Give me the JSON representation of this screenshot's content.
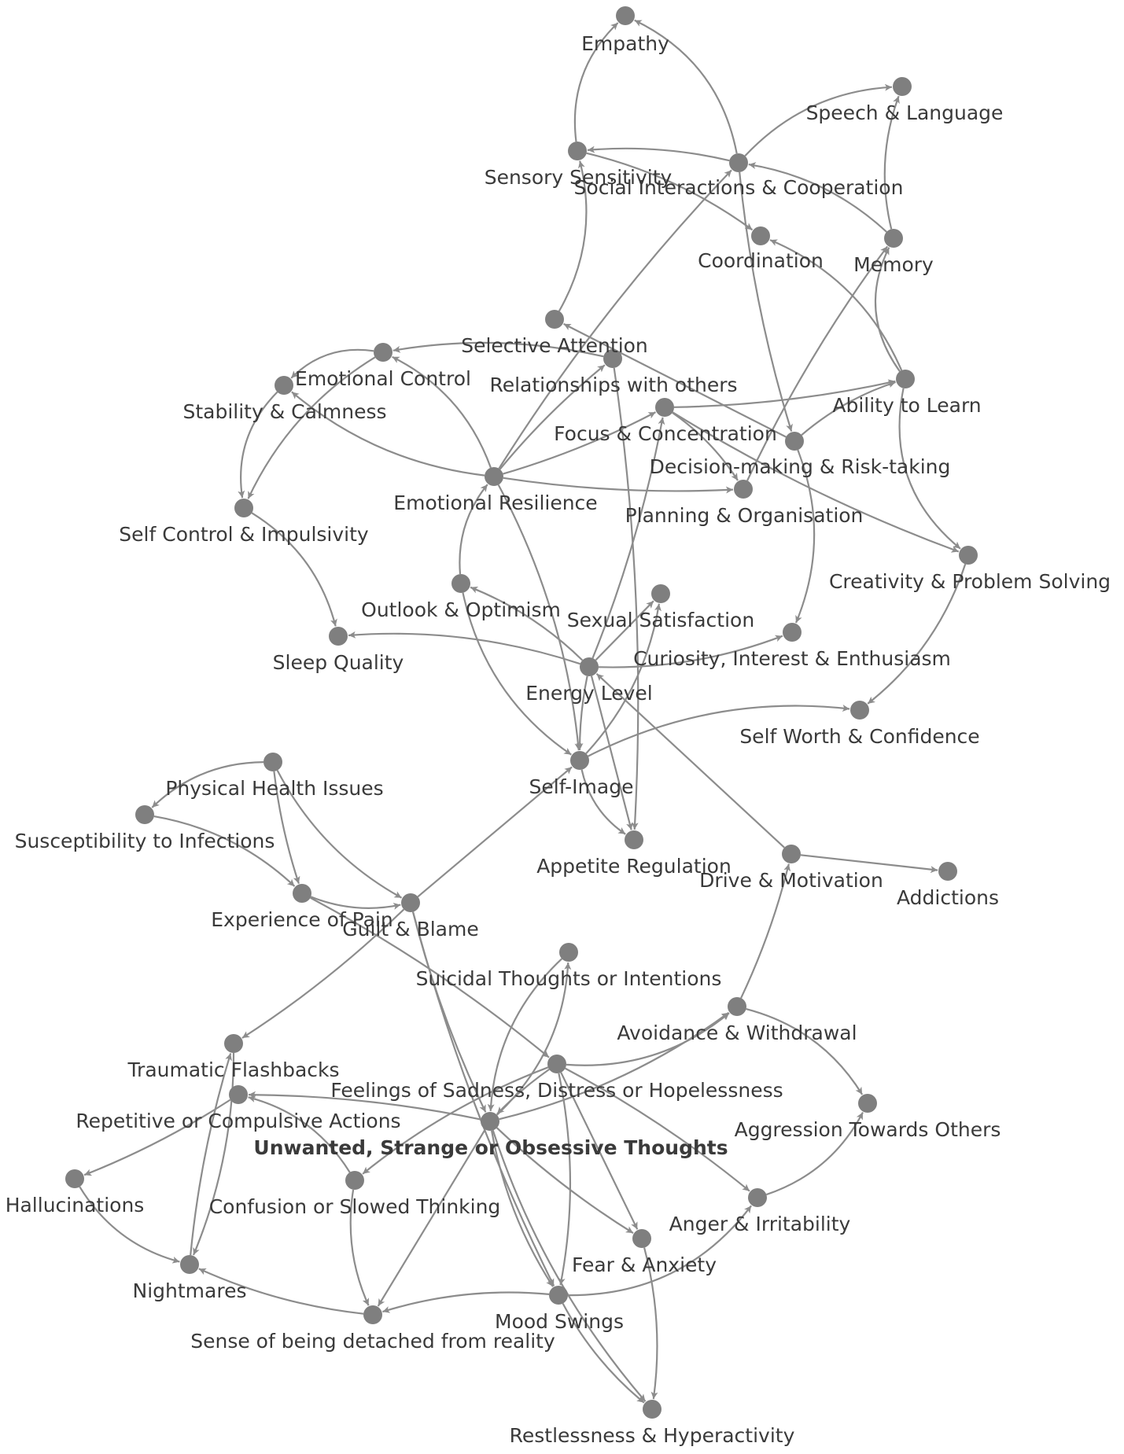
{
  "graph": {
    "focus_node": "Unwanted, Strange or Obsessive Thoughts",
    "colors": {
      "node": "#7f7f7f",
      "edge": "#8c8c8c",
      "label": "#3a3a3a",
      "background": "#ffffff"
    },
    "nodes": [
      "Empathy",
      "Speech & Language",
      "Sensory Sensitivity",
      "Social Interactions & Cooperation",
      "Coordination",
      "Memory",
      "Selective Attention",
      "Relationships with others",
      "Emotional Control",
      "Stability & Calmness",
      "Ability to Learn",
      "Focus & Concentration",
      "Decision-making & Risk-taking",
      "Emotional Resilience",
      "Planning & Organisation",
      "Self Control & Impulsivity",
      "Creativity & Problem Solving",
      "Outlook & Optimism",
      "Sexual Satisfaction",
      "Sleep Quality",
      "Curiosity, Interest & Enthusiasm",
      "Energy Level",
      "Self Worth & Confidence",
      "Self-Image",
      "Physical Health Issues",
      "Susceptibility to Infections",
      "Appetite Regulation",
      "Drive & Motivation",
      "Addictions",
      "Experience of Pain",
      "Guilt & Blame",
      "Suicidal Thoughts or Intentions",
      "Avoidance & Withdrawal",
      "Traumatic Flashbacks",
      "Feelings of Sadness, Distress or Hopelessness",
      "Repetitive or Compulsive Actions",
      "Aggression Towards Others",
      "Unwanted, Strange or Obsessive Thoughts",
      "Hallucinations",
      "Confusion or Slowed Thinking",
      "Anger & Irritability",
      "Fear & Anxiety",
      "Nightmares",
      "Mood Swings",
      "Sense of being detached from reality",
      "Restlessness & Hyperactivity"
    ],
    "edges": [
      [
        "Sensory Sensitivity",
        "Empathy"
      ],
      [
        "Social Interactions & Cooperation",
        "Empathy"
      ],
      [
        "Social Interactions & Cooperation",
        "Speech & Language"
      ],
      [
        "Social Interactions & Cooperation",
        "Sensory Sensitivity"
      ],
      [
        "Memory",
        "Social Interactions & Cooperation"
      ],
      [
        "Memory",
        "Speech & Language"
      ],
      [
        "Sensory Sensitivity",
        "Coordination"
      ],
      [
        "Ability to Learn",
        "Coordination"
      ],
      [
        "Ability to Learn",
        "Memory"
      ],
      [
        "Social Interactions & Cooperation",
        "Decision-making & Risk-taking"
      ],
      [
        "Selective Attention",
        "Sensory Sensitivity"
      ],
      [
        "Emotional Resilience",
        "Social Interactions & Cooperation"
      ],
      [
        "Decision-making & Risk-taking",
        "Selective Attention"
      ],
      [
        "Decision-making & Risk-taking",
        "Ability to Learn"
      ],
      [
        "Emotional Resilience",
        "Emotional Control"
      ],
      [
        "Emotional Resilience",
        "Stability & Calmness"
      ],
      [
        "Emotional Resilience",
        "Relationships with others"
      ],
      [
        "Emotional Resilience",
        "Focus & Concentration"
      ],
      [
        "Emotional Resilience",
        "Planning & Organisation"
      ],
      [
        "Emotional Resilience",
        "Self-Image"
      ],
      [
        "Relationships with others",
        "Emotional Control"
      ],
      [
        "Relationships with others",
        "Appetite Regulation"
      ],
      [
        "Emotional Control",
        "Stability & Calmness"
      ],
      [
        "Emotional Control",
        "Self Control & Impulsivity"
      ],
      [
        "Stability & Calmness",
        "Self Control & Impulsivity"
      ],
      [
        "Self Control & Impulsivity",
        "Sleep Quality"
      ],
      [
        "Focus & Concentration",
        "Ability to Learn"
      ],
      [
        "Focus & Concentration",
        "Planning & Organisation"
      ],
      [
        "Focus & Concentration",
        "Creativity & Problem Solving"
      ],
      [
        "Planning & Organisation",
        "Memory"
      ],
      [
        "Ability to Learn",
        "Creativity & Problem Solving"
      ],
      [
        "Decision-making & Risk-taking",
        "Curiosity, Interest & Enthusiasm"
      ],
      [
        "Creativity & Problem Solving",
        "Self Worth & Confidence"
      ],
      [
        "Energy Level",
        "Outlook & Optimism"
      ],
      [
        "Energy Level",
        "Sexual Satisfaction"
      ],
      [
        "Energy Level",
        "Sleep Quality"
      ],
      [
        "Energy Level",
        "Curiosity, Interest & Enthusiasm"
      ],
      [
        "Energy Level",
        "Self-Image"
      ],
      [
        "Energy Level",
        "Appetite Regulation"
      ],
      [
        "Energy Level",
        "Focus & Concentration"
      ],
      [
        "Outlook & Optimism",
        "Emotional Resilience"
      ],
      [
        "Outlook & Optimism",
        "Self-Image"
      ],
      [
        "Self-Image",
        "Self Worth & Confidence"
      ],
      [
        "Self-Image",
        "Appetite Regulation"
      ],
      [
        "Self-Image",
        "Sexual Satisfaction"
      ],
      [
        "Drive & Motivation",
        "Energy Level"
      ],
      [
        "Drive & Motivation",
        "Addictions"
      ],
      [
        "Physical Health Issues",
        "Susceptibility to Infections"
      ],
      [
        "Physical Health Issues",
        "Experience of Pain"
      ],
      [
        "Physical Health Issues",
        "Guilt & Blame"
      ],
      [
        "Susceptibility to Infections",
        "Experience of Pain"
      ],
      [
        "Experience of Pain",
        "Guilt & Blame"
      ],
      [
        "Experience of Pain",
        "Feelings of Sadness, Distress or Hopelessness"
      ],
      [
        "Guilt & Blame",
        "Self-Image"
      ],
      [
        "Guilt & Blame",
        "Traumatic Flashbacks"
      ],
      [
        "Guilt & Blame",
        "Unwanted, Strange or Obsessive Thoughts"
      ],
      [
        "Guilt & Blame",
        "Mood Swings"
      ],
      [
        "Suicidal Thoughts or Intentions",
        "Unwanted, Strange or Obsessive Thoughts"
      ],
      [
        "Unwanted, Strange or Obsessive Thoughts",
        "Suicidal Thoughts or Intentions"
      ],
      [
        "Avoidance & Withdrawal",
        "Drive & Motivation"
      ],
      [
        "Avoidance & Withdrawal",
        "Aggression Towards Others"
      ],
      [
        "Feelings of Sadness, Distress or Hopelessness",
        "Avoidance & Withdrawal"
      ],
      [
        "Feelings of Sadness, Distress or Hopelessness",
        "Unwanted, Strange or Obsessive Thoughts"
      ],
      [
        "Feelings of Sadness, Distress or Hopelessness",
        "Confusion or Slowed Thinking"
      ],
      [
        "Feelings of Sadness, Distress or Hopelessness",
        "Anger & Irritability"
      ],
      [
        "Feelings of Sadness, Distress or Hopelessness",
        "Fear & Anxiety"
      ],
      [
        "Feelings of Sadness, Distress or Hopelessness",
        "Mood Swings"
      ],
      [
        "Unwanted, Strange or Obsessive Thoughts",
        "Avoidance & Withdrawal"
      ],
      [
        "Unwanted, Strange or Obsessive Thoughts",
        "Repetitive or Compulsive Actions"
      ],
      [
        "Unwanted, Strange or Obsessive Thoughts",
        "Fear & Anxiety"
      ],
      [
        "Unwanted, Strange or Obsessive Thoughts",
        "Mood Swings"
      ],
      [
        "Unwanted, Strange or Obsessive Thoughts",
        "Sense of being detached from reality"
      ],
      [
        "Unwanted, Strange or Obsessive Thoughts",
        "Restlessness & Hyperactivity"
      ],
      [
        "Traumatic Flashbacks",
        "Nightmares"
      ],
      [
        "Nightmares",
        "Traumatic Flashbacks"
      ],
      [
        "Repetitive or Compulsive Actions",
        "Hallucinations"
      ],
      [
        "Confusion or Slowed Thinking",
        "Repetitive or Compulsive Actions"
      ],
      [
        "Confusion or Slowed Thinking",
        "Sense of being detached from reality"
      ],
      [
        "Hallucinations",
        "Nightmares"
      ],
      [
        "Anger & Irritability",
        "Aggression Towards Others"
      ],
      [
        "Mood Swings",
        "Anger & Irritability"
      ],
      [
        "Mood Swings",
        "Sense of being detached from reality"
      ],
      [
        "Mood Swings",
        "Restlessness & Hyperactivity"
      ],
      [
        "Fear & Anxiety",
        "Restlessness & Hyperactivity"
      ],
      [
        "Sense of being detached from reality",
        "Nightmares"
      ]
    ]
  }
}
